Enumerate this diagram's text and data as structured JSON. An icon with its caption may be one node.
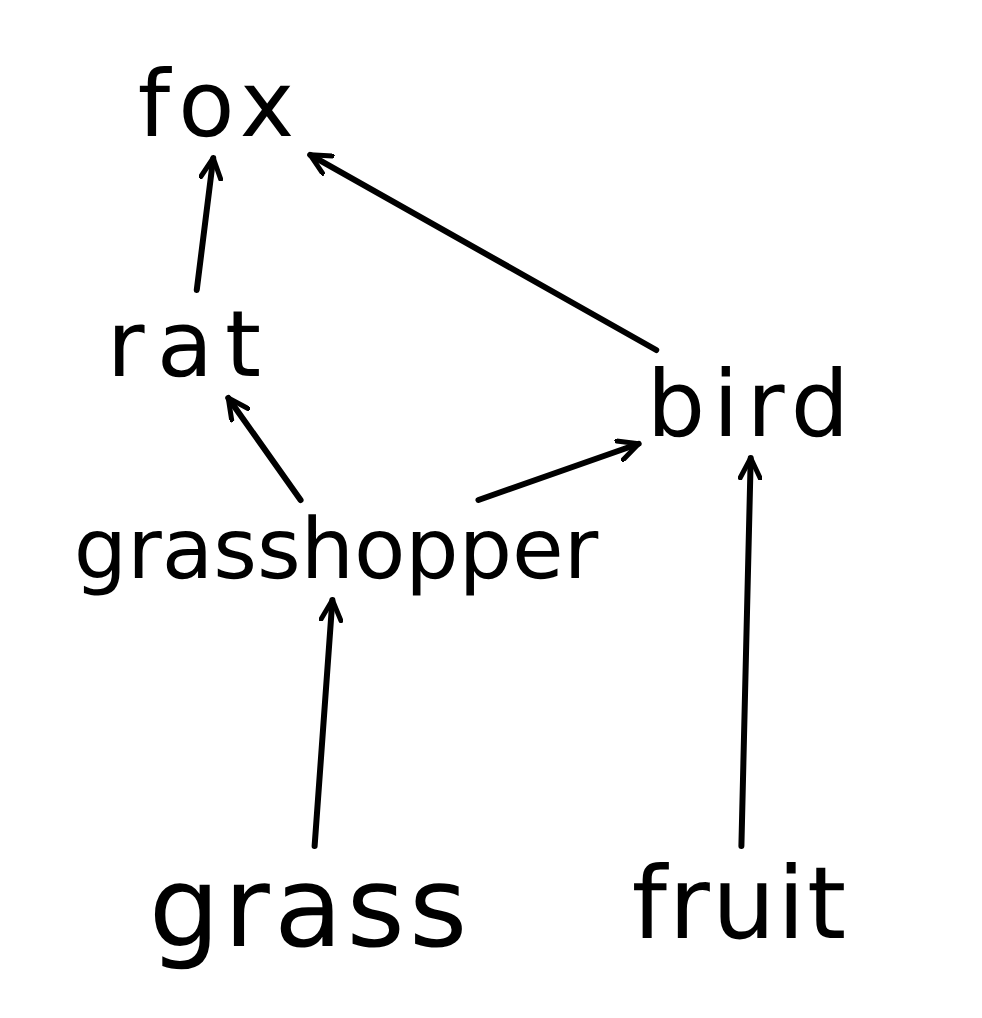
{
  "diagram": {
    "nodes": [
      {
        "text": [
          "fox"
        ]
      },
      {
        "text": [
          "rat"
        ]
      },
      {
        "text": [
          "bird"
        ]
      },
      {
        "text": [
          "grasshopper"
        ]
      },
      {
        "text": [
          "grass"
        ]
      },
      {
        "text": [
          "fruit"
        ]
      }
    ],
    "edges": [
      {
        "from": 1,
        "to": 0,
        "arrow": "to"
      },
      {
        "from": 2,
        "to": 0,
        "arrow": "to"
      },
      {
        "from": 3,
        "to": 1,
        "arrow": "to"
      },
      {
        "from": 3,
        "to": 2,
        "arrow": "to"
      },
      {
        "from": 4,
        "to": 3,
        "arrow": "to"
      },
      {
        "from": 5,
        "to": 2,
        "arrow": "to"
      }
    ]
  }
}
